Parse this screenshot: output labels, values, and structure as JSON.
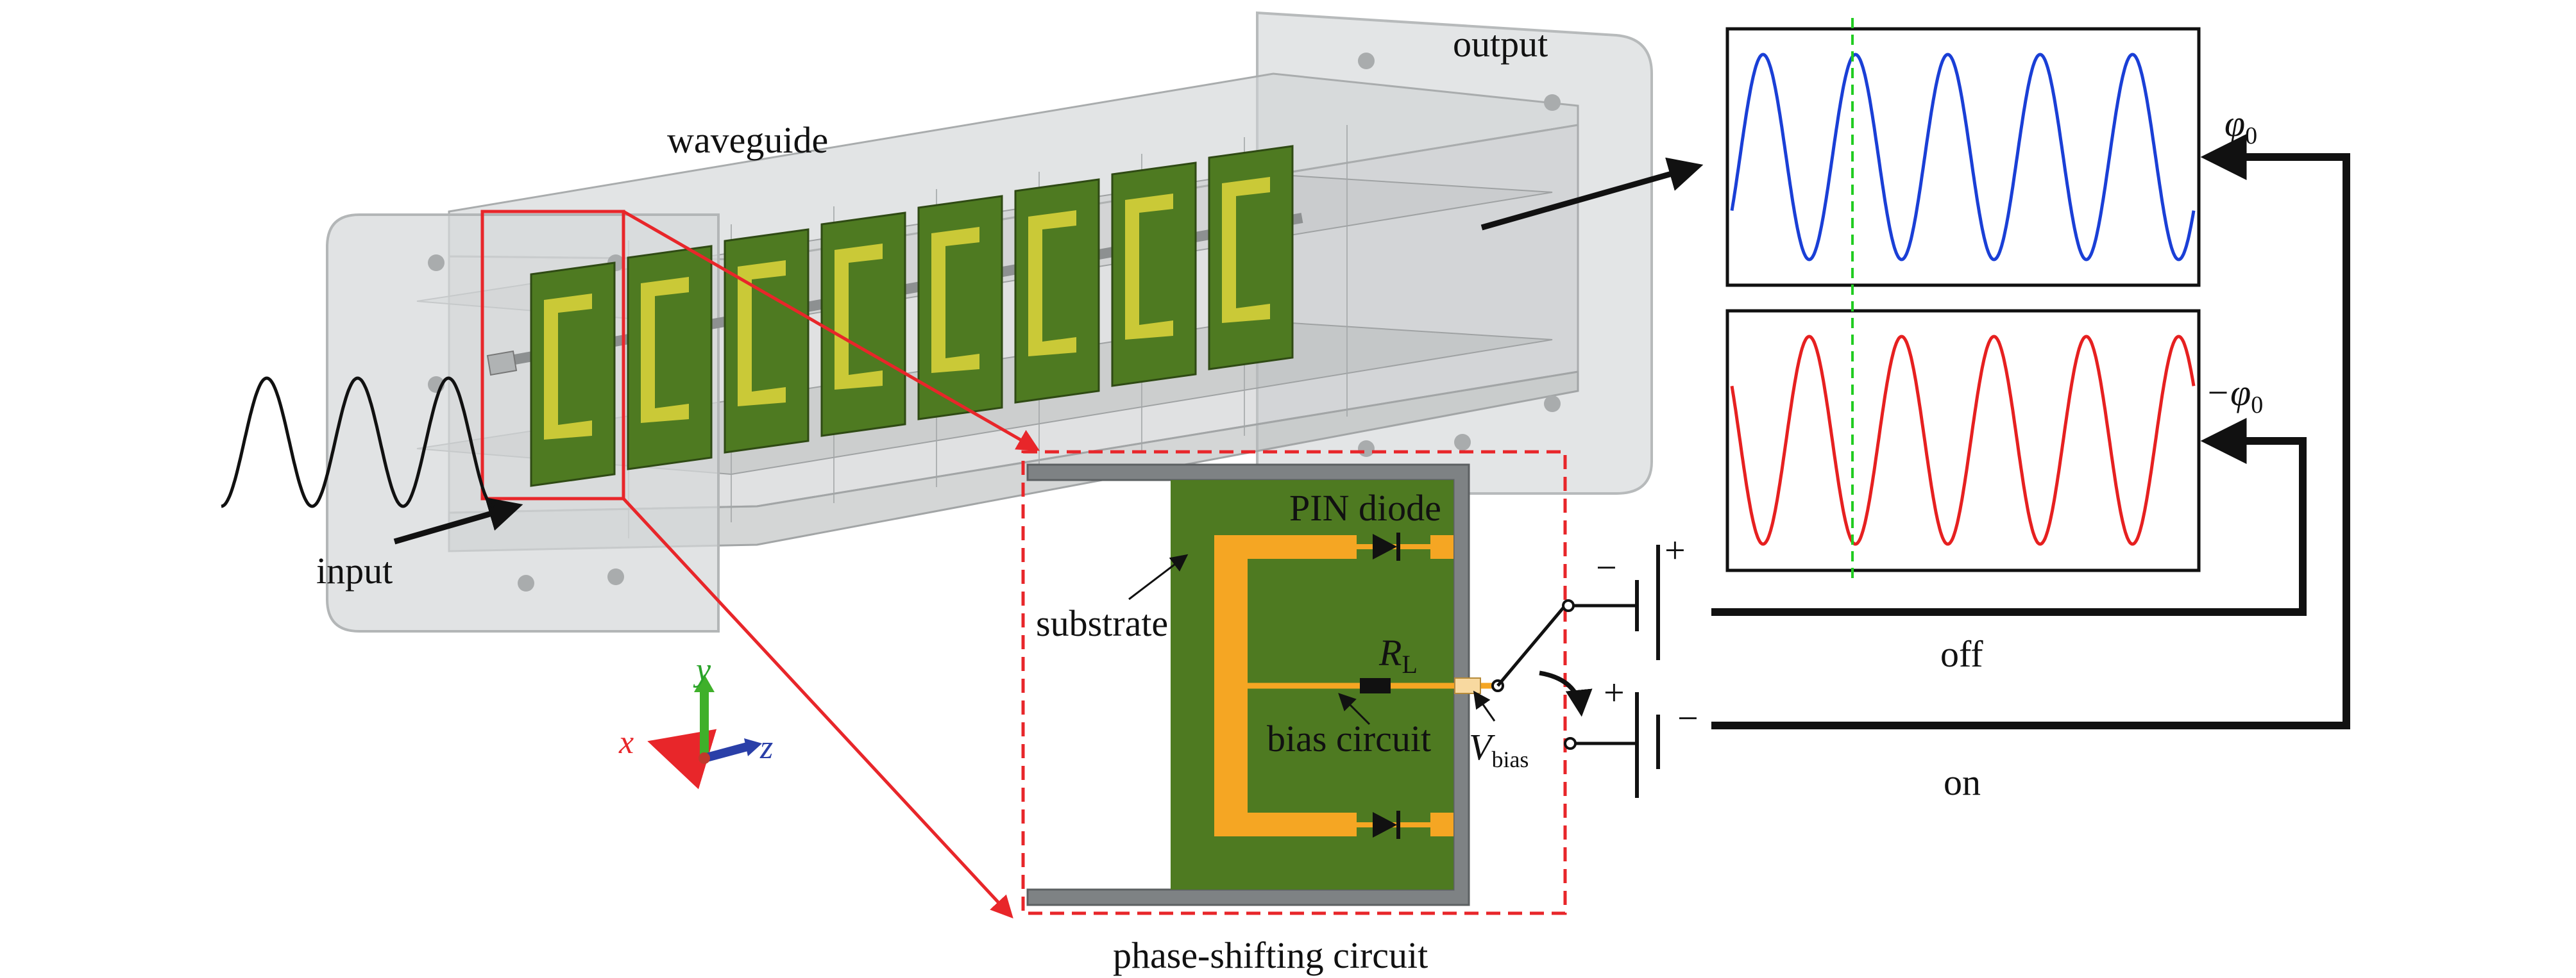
{
  "labels": {
    "waveguide": "waveguide",
    "output": "output",
    "input": "input",
    "substrate": "substrate",
    "pin_diode": "PIN diode",
    "r_main": "R",
    "r_sub": "L",
    "bias_circuit": "bias circuit",
    "v_main": "V",
    "v_sub": "bias",
    "circuit_caption": "phase-shifting circuit",
    "off": "off",
    "on": "on",
    "phi_plus": "φ",
    "phi_plus_sub": "0",
    "phi_minus": "−φ",
    "phi_minus_sub": "0",
    "minus": "−",
    "plus": "+",
    "axis_x": "x",
    "axis_y": "y",
    "axis_z": "z"
  },
  "signals": {
    "input_cycles": 3,
    "output_cycles": 5,
    "phase_shift_deg": 180
  },
  "colors": {
    "waveguide": "#c9cccd",
    "substrate": "#4e7a21",
    "copper": "#f5a623",
    "highlight": "#e8262a",
    "wave_top": "#1a3fd6",
    "wave_bottom": "#e62020",
    "phase_marker": "#22cc22",
    "wire": "#111111"
  }
}
